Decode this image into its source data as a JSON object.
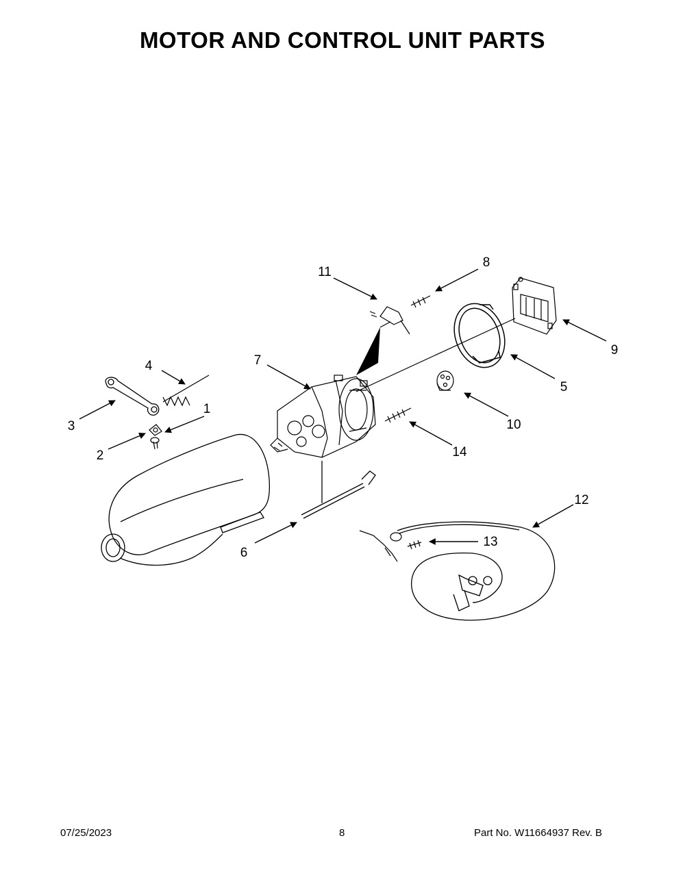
{
  "title": "MOTOR AND CONTROL UNIT PARTS",
  "callouts": {
    "c1": "1",
    "c2": "2",
    "c3": "3",
    "c4": "4",
    "c5": "5",
    "c6": "6",
    "c7": "7",
    "c8": "8",
    "c9": "9",
    "c10": "10",
    "c11": "11",
    "c12": "12",
    "c13": "13",
    "c14": "14"
  },
  "footer": {
    "date": "07/25/2023",
    "page": "8",
    "part_no": "Part No.  W11664937  Rev.  B"
  }
}
